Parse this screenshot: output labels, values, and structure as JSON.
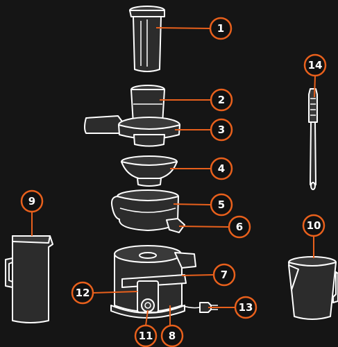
{
  "colors": {
    "background": "#151515",
    "outline": "#ffffff",
    "accent": "#e8601c"
  },
  "callouts": [
    {
      "id": "1",
      "label": "1"
    },
    {
      "id": "2",
      "label": "2"
    },
    {
      "id": "3",
      "label": "3"
    },
    {
      "id": "4",
      "label": "4"
    },
    {
      "id": "5",
      "label": "5"
    },
    {
      "id": "6",
      "label": "6"
    },
    {
      "id": "7",
      "label": "7"
    },
    {
      "id": "8",
      "label": "8"
    },
    {
      "id": "9",
      "label": "9"
    },
    {
      "id": "10",
      "label": "10"
    },
    {
      "id": "11",
      "label": "11"
    },
    {
      "id": "12",
      "label": "12"
    },
    {
      "id": "13",
      "label": "13"
    },
    {
      "id": "14",
      "label": "14"
    }
  ]
}
